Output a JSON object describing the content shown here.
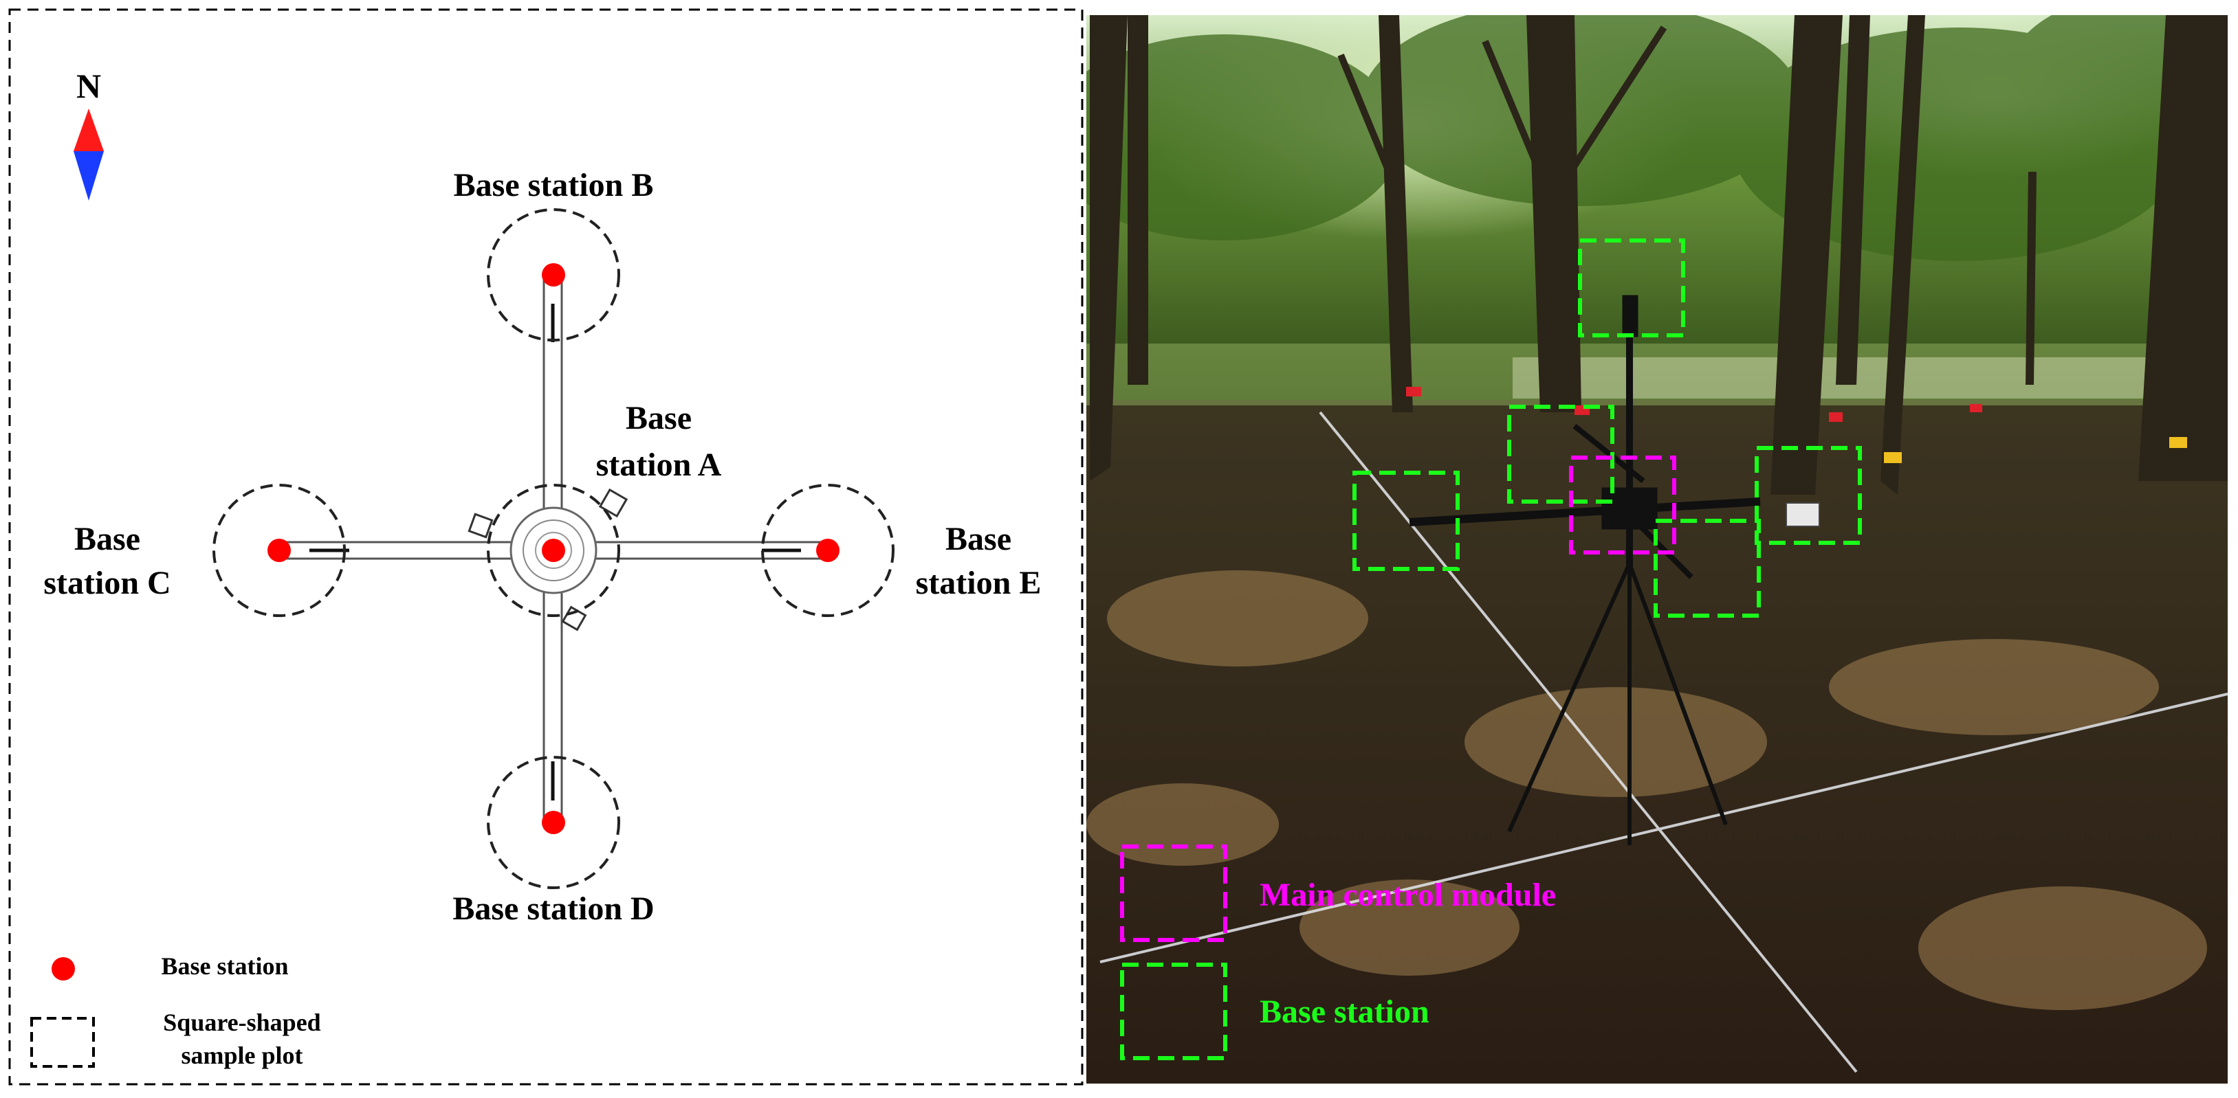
{
  "compass": {
    "north_label": "N"
  },
  "stations": {
    "a_line1": "Base",
    "a_line2": "station A",
    "b": "Base station B",
    "c_line1": "Base",
    "c_line2": "station C",
    "d": "Base station D",
    "e_line1": "Base",
    "e_line2": "station E"
  },
  "legend": {
    "base_station": "Base station",
    "plot_line1": "Square-shaped",
    "plot_line2": "sample plot"
  },
  "photo_legend": {
    "main_control": "Main control module",
    "base_station": "Base station"
  },
  "colors": {
    "station_dot": "#ff0000",
    "compass_north": "#ff1a1a",
    "compass_south": "#1a3cff",
    "main_control_box": "#ff00ff",
    "base_station_box": "#1aff1a"
  }
}
